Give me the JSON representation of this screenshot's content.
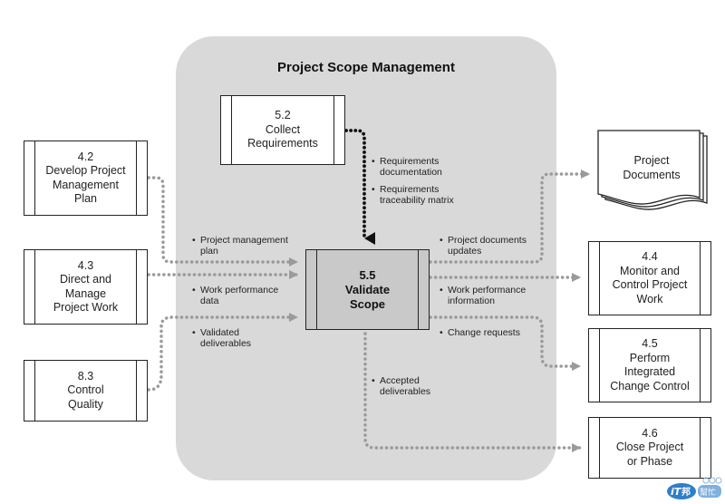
{
  "panel": {
    "title": "Project Scope Management"
  },
  "processes": {
    "p52": {
      "number": "5.2",
      "name": "Collect Requirements",
      "lines": [
        "5.2",
        "Collect",
        "Requirements"
      ]
    },
    "p42": {
      "number": "4.2",
      "lines": [
        "4.2",
        "Develop Project",
        "Management",
        "Plan"
      ]
    },
    "p43": {
      "number": "4.3",
      "lines": [
        "4.3",
        "Direct and",
        "Manage",
        "Project Work"
      ]
    },
    "p83": {
      "number": "8.3",
      "lines": [
        "8.3",
        "Control",
        "Quality"
      ]
    },
    "p55": {
      "number": "5.5",
      "lines": [
        "5.5",
        "Validate",
        "Scope"
      ]
    },
    "p44": {
      "number": "4.4",
      "lines": [
        "4.4",
        "Monitor and",
        "Control Project",
        "Work"
      ]
    },
    "p45": {
      "number": "4.5",
      "lines": [
        "4.5",
        "Perform",
        "Integrated",
        "Change Control"
      ]
    },
    "p46": {
      "number": "4.6",
      "lines": [
        "4.6",
        "Close Project",
        "or Phase"
      ]
    }
  },
  "documents": {
    "lines": [
      "Project",
      "Documents"
    ]
  },
  "flows": {
    "req_doc": [
      "Requirements",
      "documentation"
    ],
    "req_trace": [
      "Requirements",
      "traceability matrix"
    ],
    "pm_plan": [
      "Project management",
      "plan"
    ],
    "work_perf_data": [
      "Work performance",
      "data"
    ],
    "validated_deliv": [
      "Validated",
      "deliverables"
    ],
    "proj_doc_updates": [
      "Project documents",
      "updates"
    ],
    "work_perf_info": [
      "Work performance",
      "information"
    ],
    "change_requests": [
      "Change requests"
    ],
    "accepted_deliv": [
      "Accepted",
      "deliverables"
    ]
  },
  "watermark": {
    "latin": "iT",
    "cjk1": "邦",
    "cjk2": "幫忙"
  },
  "colors": {
    "panel": "#d9d9d9",
    "center_box": "#c9c9c9",
    "gray_flow": "#999999",
    "black_flow": "#111111",
    "logo_blue": "#2f7fc8"
  }
}
